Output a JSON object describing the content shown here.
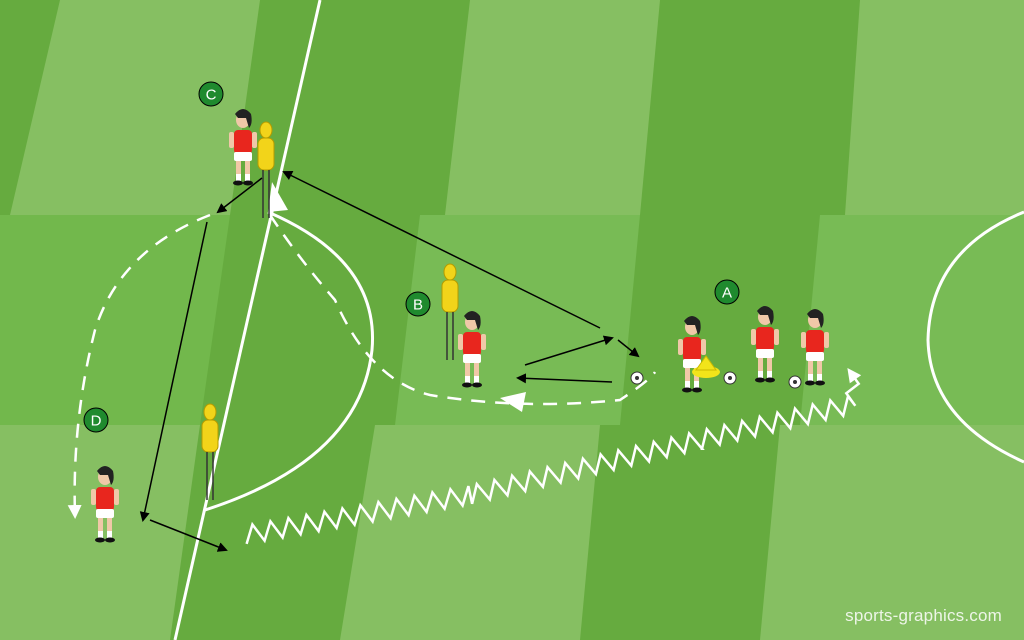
{
  "brand": {
    "watermark": "sports-graphics.com"
  },
  "players": [
    {
      "label": "A"
    },
    {
      "label": "B"
    },
    {
      "label": "C"
    },
    {
      "label": "D"
    }
  ],
  "colors": {
    "grass_dark": "#66ab3f",
    "grass_light": "#8bc26a",
    "line": "#ffffff",
    "jersey": "#e8261e",
    "shorts": "#ffffff",
    "mannequin": "#f2d41a",
    "label_badge": "#1f8a2e",
    "arrow": "#000000"
  },
  "icons": [
    "player-icon",
    "mannequin-icon",
    "ball-icon",
    "cone-icon",
    "pass-arrow-icon",
    "run-path-icon",
    "dribble-path-icon"
  ]
}
